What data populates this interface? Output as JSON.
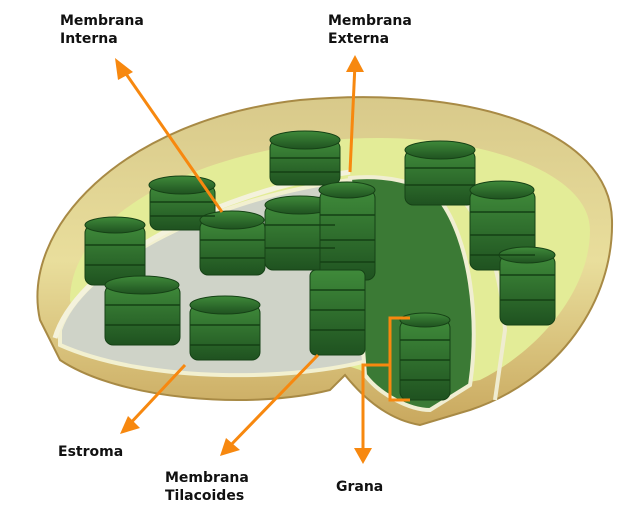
{
  "labels": {
    "inner_membrane": {
      "line1": "Membrana",
      "line2": "Interna"
    },
    "outer_membrane": {
      "line1": "Membrana",
      "line2": "Externa"
    },
    "stroma": "Estroma",
    "thylakoid_membrane": {
      "line1": "Membrana",
      "line2": "Tilacoides"
    },
    "grana": "Grana"
  },
  "colors": {
    "arrow": "#f7880f",
    "thylakoid": "#2f6e2c",
    "outer": "#d9c27a",
    "inner_space": "#e6ef9a"
  }
}
